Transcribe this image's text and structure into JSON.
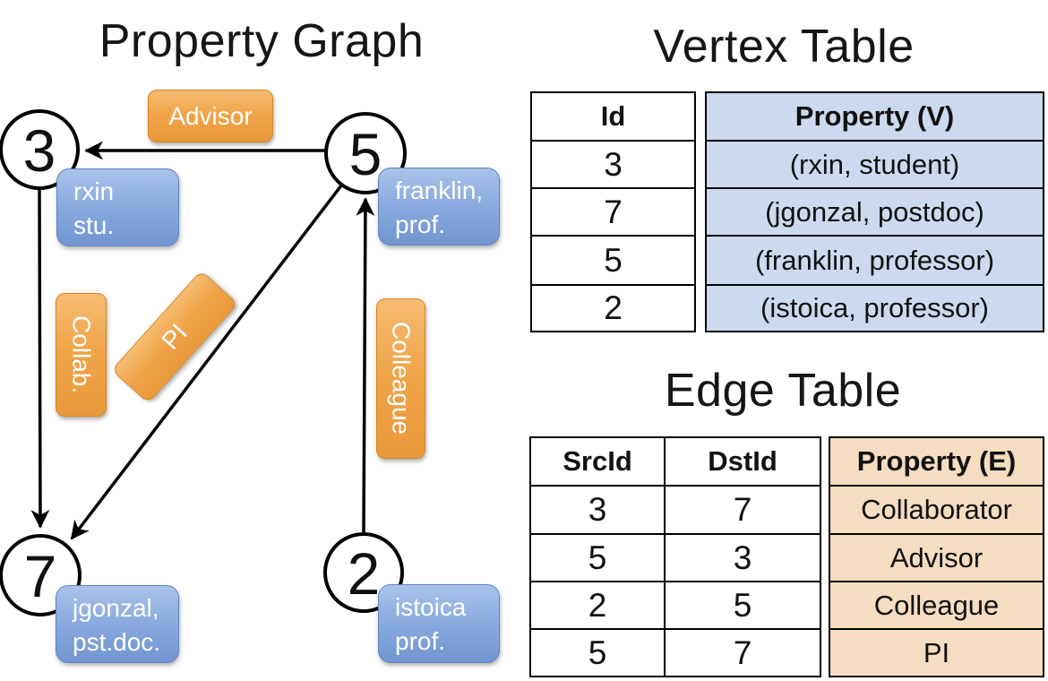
{
  "colors": {
    "background": "#ffffff",
    "line_color": "#000000",
    "orange_fill": "#efa448",
    "orange_border": "#d4861f",
    "blue_fill": "#88aade",
    "blue_border": "#5d83c4",
    "vertex_property_cell_fill": "#cdd9ee",
    "edge_property_cell_fill": "#f4ddc0",
    "label_text": "#ffffff",
    "table_text": "#111111"
  },
  "graph": {
    "title": "Property Graph",
    "nodes": [
      {
        "id": "3",
        "prop_line1": "rxin",
        "prop_line2": "stu."
      },
      {
        "id": "5",
        "prop_line1": "franklin,",
        "prop_line2": "prof."
      },
      {
        "id": "7",
        "prop_line1": "jgonzal,",
        "prop_line2": "pst.doc."
      },
      {
        "id": "2",
        "prop_line1": "istoica",
        "prop_line2": "prof."
      }
    ],
    "edge_labels": [
      {
        "label": "Advisor"
      },
      {
        "label": "Collab."
      },
      {
        "label": "PI"
      },
      {
        "label": "Colleague"
      }
    ]
  },
  "vertex_table": {
    "title": "Vertex Table",
    "columns": {
      "id": "Id",
      "property": "Property (V)"
    },
    "rows": [
      {
        "id": "3",
        "property": "(rxin, student)"
      },
      {
        "id": "7",
        "property": "(jgonzal, postdoc)"
      },
      {
        "id": "5",
        "property": "(franklin, professor)"
      },
      {
        "id": "2",
        "property": "(istoica, professor)"
      }
    ]
  },
  "edge_table": {
    "title": "Edge Table",
    "columns": {
      "src": "SrcId",
      "dst": "DstId",
      "property": "Property (E)"
    },
    "rows": [
      {
        "src": "3",
        "dst": "7",
        "property": "Collaborator"
      },
      {
        "src": "5",
        "dst": "3",
        "property": "Advisor"
      },
      {
        "src": "2",
        "dst": "5",
        "property": "Colleague"
      },
      {
        "src": "5",
        "dst": "7",
        "property": "PI"
      }
    ]
  }
}
